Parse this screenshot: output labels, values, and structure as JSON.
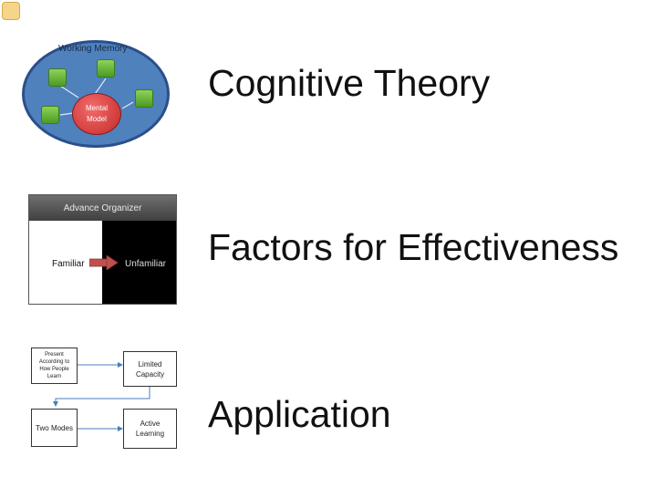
{
  "headings": {
    "h1": "Cognitive Theory",
    "h2": "Factors for Effectiveness",
    "h3": "Application"
  },
  "diagram1": {
    "ellipse_label": "Working Memory",
    "center_label_line1": "Mental",
    "center_label_line2": "Model"
  },
  "diagram2": {
    "header": "Advance Organizer",
    "left_label": "Familiar",
    "right_label": "Unfamiliar"
  },
  "diagram3": {
    "box1": "Present According to How People Learn",
    "box2": "Limited Capacity",
    "box3": "Two Modes",
    "box4": "Active Learning"
  },
  "colors": {
    "ellipse": "#4f81bd",
    "node": "#6bb83a",
    "mental": "#d33a3a",
    "arrow": "#c0504d",
    "flow_arrow": "#4a7ebb"
  },
  "icons": {
    "corner": "home-icon"
  }
}
